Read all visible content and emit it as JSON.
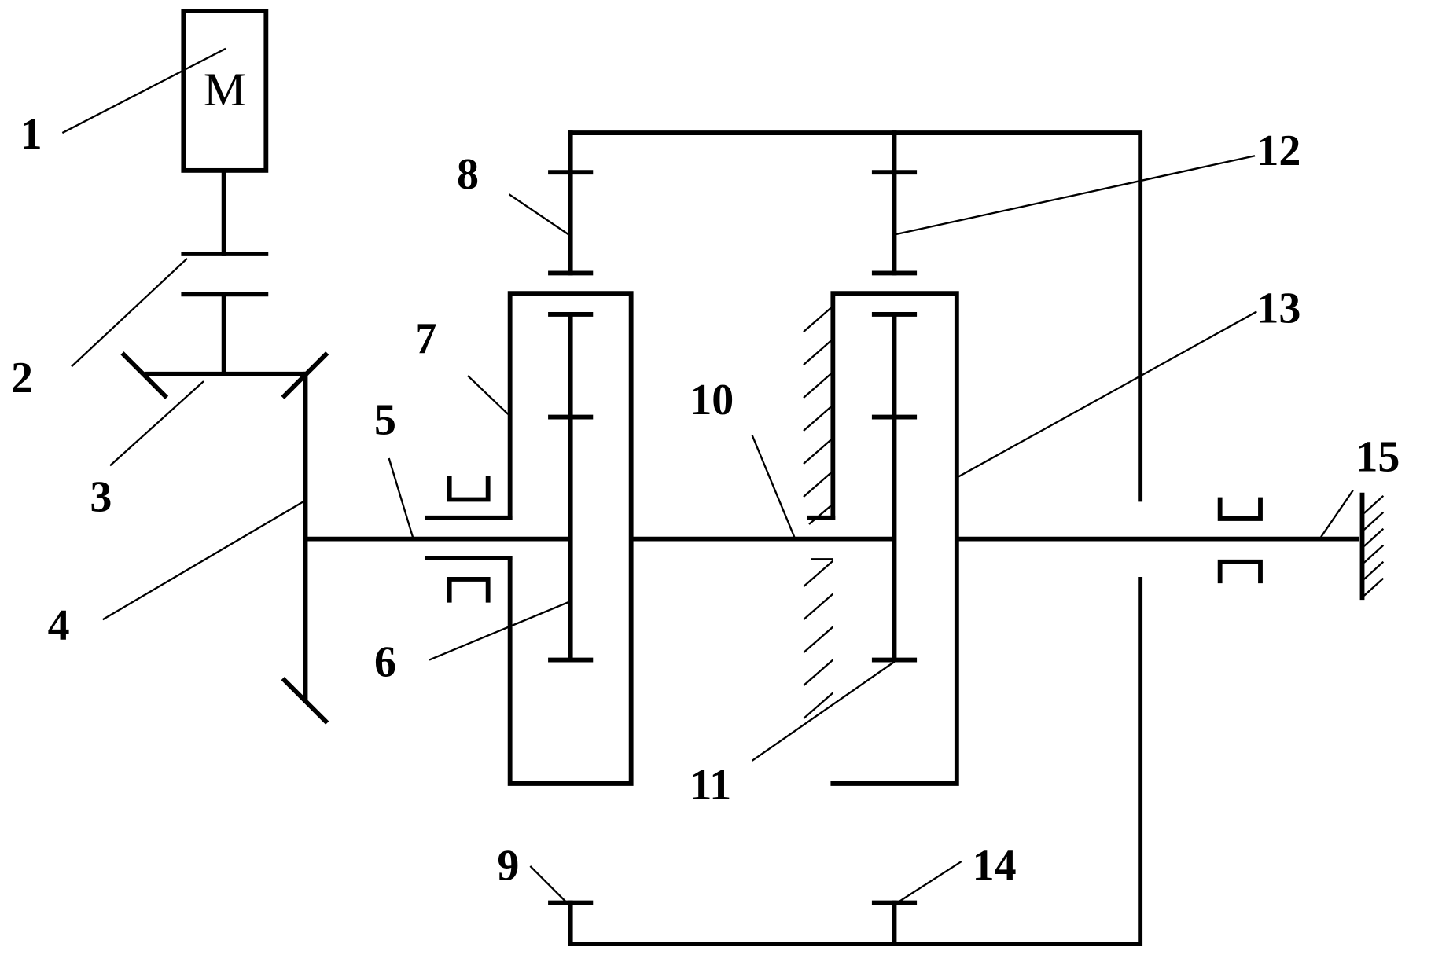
{
  "motor": {
    "text": "M"
  },
  "labels": {
    "l1": "1",
    "l2": "2",
    "l3": "3",
    "l4": "4",
    "l5": "5",
    "l6": "6",
    "l7": "7",
    "l8": "8",
    "l9": "9",
    "l10": "10",
    "l11": "11",
    "l12": "12",
    "l13": "13",
    "l14": "14",
    "l15": "15"
  }
}
